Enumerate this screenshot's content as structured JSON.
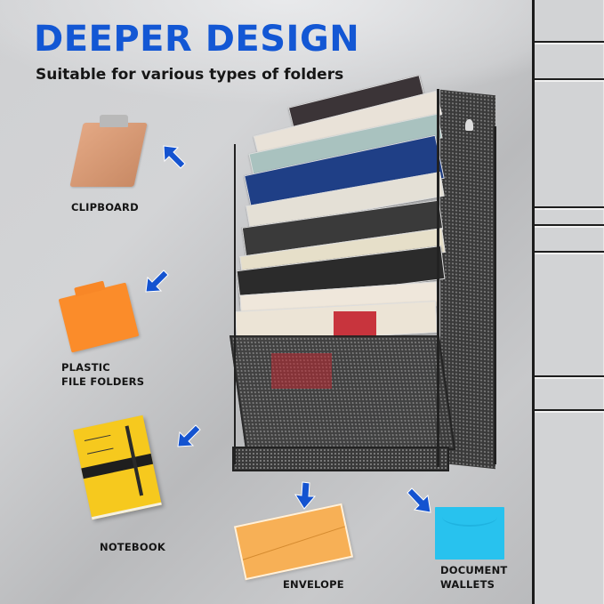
{
  "header": {
    "title": "DEEPER DESIGN",
    "subtitle": "Suitable for various types of folders"
  },
  "colors": {
    "title_blue": "#1357d4",
    "arrow_blue": "#1453d0",
    "text_dark": "#141414",
    "background_gray": "#c8c9cb"
  },
  "product": {
    "name": "wall-mounted mesh file organizer",
    "color": "black"
  },
  "items": [
    {
      "label": "CLIPBOARD",
      "icon": "clipboard-icon",
      "color": "#d99a74"
    },
    {
      "label_line1": "PLASTIC",
      "label_line2": "FILE FOLDERS",
      "icon": "file-folder-icon",
      "color": "#fb8c2a"
    },
    {
      "label": "NOTEBOOK",
      "icon": "notebook-icon",
      "color": "#f6c91e"
    },
    {
      "label": "ENVELOPE",
      "icon": "envelope-icon",
      "color": "#f7b056"
    },
    {
      "label_line1": "DOCUMENT",
      "label_line2": "WALLETS",
      "icon": "document-wallet-icon",
      "color": "#28c2ee"
    }
  ]
}
